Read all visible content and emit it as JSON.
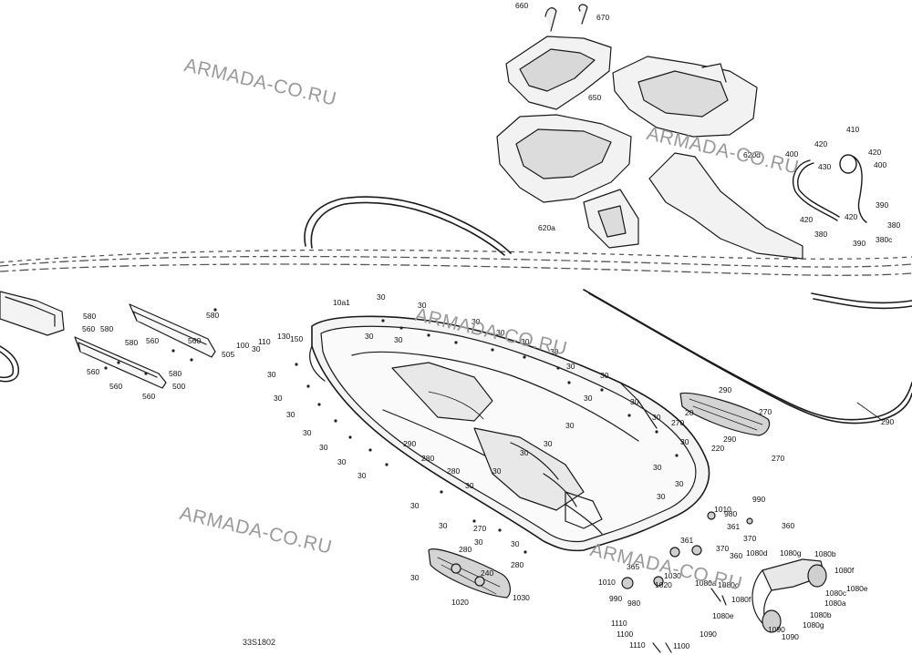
{
  "watermarks": [
    "ARMADA-CO.RU",
    "ARMADA-CO.RU",
    "ARMADA-CO.RU",
    "ARMADA-CO.RU",
    "ARMADA-CO.RU"
  ],
  "drawing_code": "33S1802",
  "callouts": [
    "660",
    "670",
    "650",
    "620a",
    "620d",
    "410",
    "420",
    "420",
    "400",
    "400",
    "430",
    "390",
    "420",
    "420",
    "380",
    "380",
    "390",
    "380c",
    "580",
    "580",
    "580",
    "580",
    "580",
    "560",
    "560",
    "560",
    "560",
    "560",
    "560",
    "505",
    "500",
    "100",
    "110",
    "130",
    "150",
    "30",
    "10a1",
    "30",
    "30",
    "30",
    "30",
    "30",
    "30",
    "30",
    "30",
    "30",
    "30",
    "30",
    "30",
    "30",
    "30",
    "30",
    "30",
    "30",
    "30",
    "30",
    "30",
    "30",
    "30",
    "30",
    "30",
    "30",
    "30",
    "30",
    "30",
    "30",
    "30",
    "30",
    "30",
    "30",
    "280",
    "280",
    "290",
    "290",
    "270",
    "270",
    "220",
    "20",
    "290",
    "270",
    "290",
    "270",
    "280",
    "280",
    "240",
    "30",
    "1020",
    "1030",
    "1010",
    "990",
    "980",
    "361",
    "370",
    "360",
    "361",
    "370",
    "360",
    "365",
    "1030",
    "1020",
    "1010",
    "990",
    "980",
    "1110",
    "1100",
    "1110",
    "1100",
    "1080d",
    "1080g",
    "1080a",
    "1080c",
    "1080b",
    "1080f",
    "1080e",
    "1080c",
    "1080a",
    "1080b",
    "1080g",
    "1080f",
    "1080e",
    "1090",
    "1090",
    "1090"
  ]
}
